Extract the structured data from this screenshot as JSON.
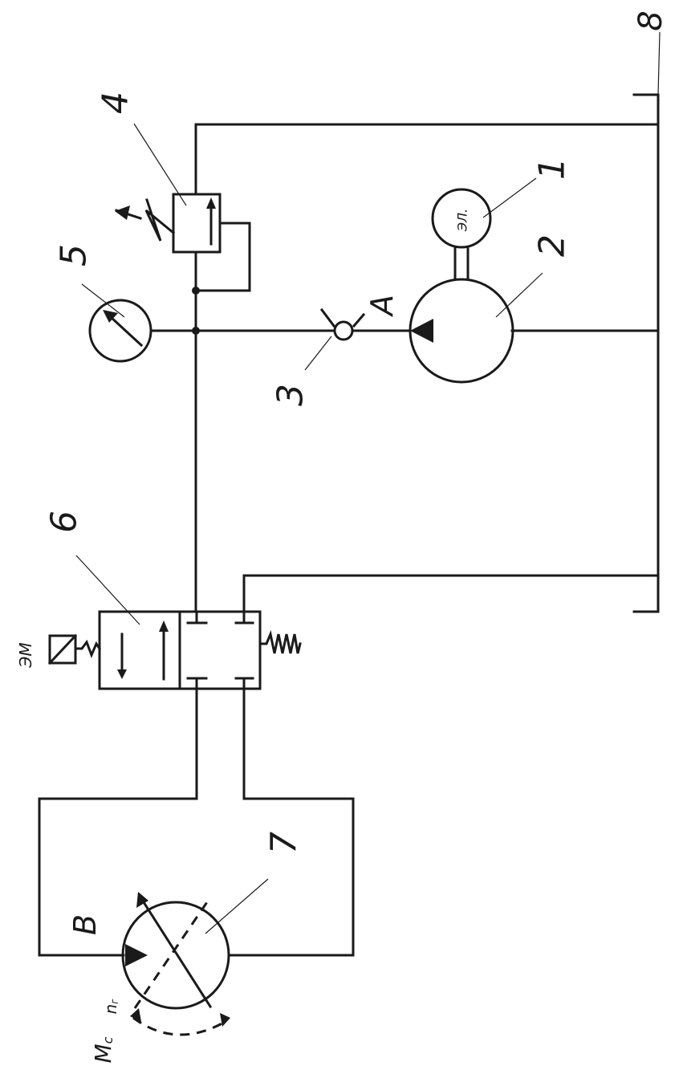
{
  "diagram": {
    "labels": {
      "motor_text": "ЭЛ.",
      "valve_solenoid_text": "ЭМ",
      "point_a": "A",
      "point_b": "B",
      "speed_symbol": "n",
      "speed_subscript": "г",
      "moment_symbol": "M",
      "moment_subscript": "c"
    },
    "callouts": {
      "electric_motor": "1",
      "pump": "2",
      "check_valve": "3",
      "relief_valve": "4",
      "pressure_gauge": "5",
      "directional_valve": "6",
      "hydraulic_motor": "7",
      "tank": "8"
    },
    "icons": {
      "pump": "pump-icon",
      "motor": "hydraulic-motor-icon",
      "gauge": "pressure-gauge-icon",
      "check_valve": "check-valve-icon",
      "relief_valve": "relief-valve-icon",
      "directional_valve": "directional-valve-icon",
      "solenoid": "solenoid-icon",
      "spring": "spring-icon",
      "tank": "tank-icon"
    }
  }
}
